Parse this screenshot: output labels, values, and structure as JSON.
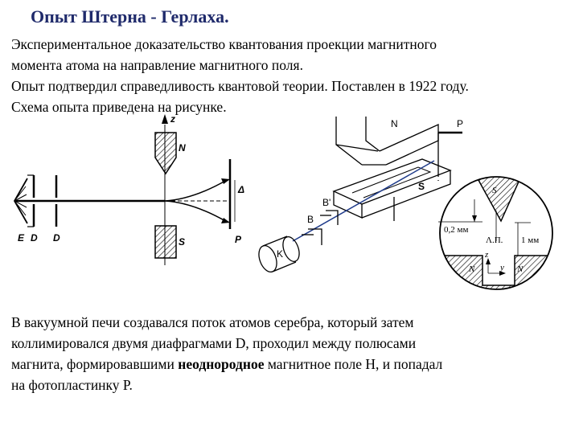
{
  "title": "Опыт Штерна - Герлаха.",
  "intro_lines": [
    "Экспериментальное доказательство квантования проекции магнитного",
    "момента атома на направление магнитного поля.",
    "Опыт подтвердил справедливость квантовой теории. Поставлен в 1922 году.",
    "Схема опыта приведена на рисунке."
  ],
  "figure_left": {
    "label_z": "z",
    "label_n": "N",
    "label_s": "S",
    "label_delta": "Δ",
    "label_e": "E",
    "label_d1": "D",
    "label_d2": "D",
    "label_p": "P"
  },
  "figure_center": {
    "label_n": "N",
    "label_p": "P",
    "label_s": "S",
    "label_b_prime": "B'",
    "label_b": "B",
    "label_k": "K"
  },
  "figure_right": {
    "label_s": "S",
    "label_gap": "0,2 мм",
    "label_lp": "Λ.Π.",
    "label_1mm": "1 мм",
    "label_z": "z",
    "label_n": "N",
    "label_y": "y",
    "label_n2": "N"
  },
  "bottom": {
    "line1": "В вакуумной печи создавался поток атомов серебра, который затем",
    "line2": "коллимировался двумя диафрагмами D, проходил между полюсами",
    "line3_before": "магнита, формировавшими ",
    "line3_bold": "неоднородное",
    "line3_after": " магнитное поле Н, и попадал",
    "line4": "на фотопластинку Р."
  }
}
